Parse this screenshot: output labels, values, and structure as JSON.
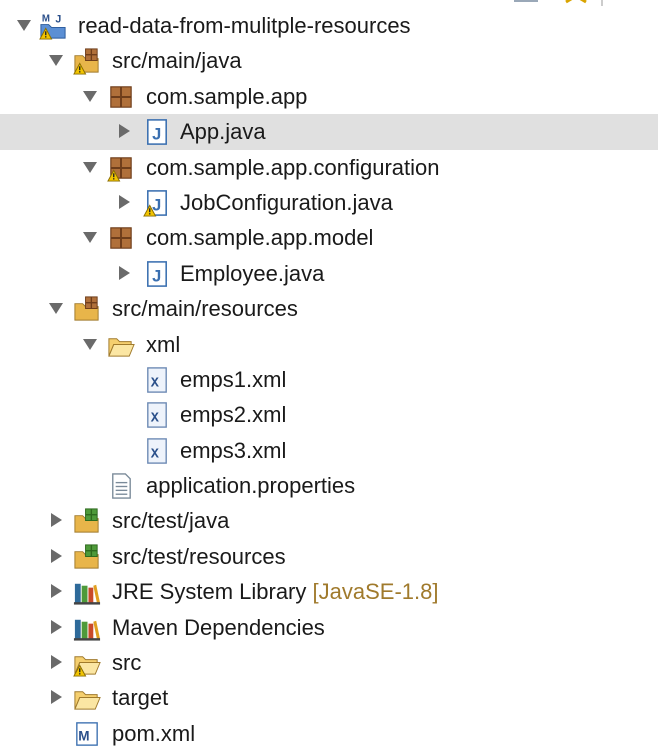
{
  "project": {
    "name": "read-data-from-mulitple-resources",
    "items": [
      {
        "id": "root",
        "label": "read-data-from-mulitple-resources",
        "depth": 0,
        "arrow": "down",
        "icon": "maven-project-icon",
        "warn": true
      },
      {
        "id": "src-main-java",
        "label": "src/main/java",
        "depth": 1,
        "arrow": "down",
        "icon": "source-folder-icon",
        "warn": true
      },
      {
        "id": "pkg-app",
        "label": "com.sample.app",
        "depth": 2,
        "arrow": "down",
        "icon": "package-icon",
        "warn": false
      },
      {
        "id": "app-java",
        "label": "App.java",
        "depth": 3,
        "arrow": "right",
        "icon": "java-file-icon",
        "warn": false,
        "selected": true
      },
      {
        "id": "pkg-config",
        "label": "com.sample.app.configuration",
        "depth": 2,
        "arrow": "down",
        "icon": "package-icon",
        "warn": true
      },
      {
        "id": "job-config-java",
        "label": "JobConfiguration.java",
        "depth": 3,
        "arrow": "right",
        "icon": "java-file-icon",
        "warn": true
      },
      {
        "id": "pkg-model",
        "label": "com.sample.app.model",
        "depth": 2,
        "arrow": "down",
        "icon": "package-icon",
        "warn": false
      },
      {
        "id": "employee-java",
        "label": "Employee.java",
        "depth": 3,
        "arrow": "right",
        "icon": "java-file-icon",
        "warn": false
      },
      {
        "id": "src-main-resources",
        "label": "src/main/resources",
        "depth": 1,
        "arrow": "down",
        "icon": "source-folder-icon",
        "warn": false
      },
      {
        "id": "xml-folder",
        "label": "xml",
        "depth": 2,
        "arrow": "down",
        "icon": "folder-open-icon",
        "warn": false
      },
      {
        "id": "emps1",
        "label": "emps1.xml",
        "depth": 3,
        "arrow": "none",
        "icon": "xml-file-icon",
        "warn": false
      },
      {
        "id": "emps2",
        "label": "emps2.xml",
        "depth": 3,
        "arrow": "none",
        "icon": "xml-file-icon",
        "warn": false
      },
      {
        "id": "emps3",
        "label": "emps3.xml",
        "depth": 3,
        "arrow": "none",
        "icon": "xml-file-icon",
        "warn": false
      },
      {
        "id": "app-props",
        "label": "application.properties",
        "depth": 2,
        "arrow": "none",
        "icon": "properties-file-icon",
        "warn": false
      },
      {
        "id": "src-test-java",
        "label": "src/test/java",
        "depth": 1,
        "arrow": "right",
        "icon": "test-folder-icon",
        "warn": false
      },
      {
        "id": "src-test-resources",
        "label": "src/test/resources",
        "depth": 1,
        "arrow": "right",
        "icon": "test-folder-icon",
        "warn": false
      },
      {
        "id": "jre",
        "label": "JRE System Library",
        "decoration": "[JavaSE-1.8]",
        "depth": 1,
        "arrow": "right",
        "icon": "library-icon",
        "warn": false
      },
      {
        "id": "maven-deps",
        "label": "Maven Dependencies",
        "depth": 1,
        "arrow": "right",
        "icon": "library-icon",
        "warn": false
      },
      {
        "id": "src",
        "label": "src",
        "depth": 1,
        "arrow": "right",
        "icon": "folder-open-icon",
        "warn": true
      },
      {
        "id": "target",
        "label": "target",
        "depth": 1,
        "arrow": "right",
        "icon": "folder-open-icon",
        "warn": false
      },
      {
        "id": "pom",
        "label": "pom.xml",
        "depth": 1,
        "arrow": "none",
        "icon": "maven-pom-icon",
        "warn": false
      }
    ]
  },
  "colors": {
    "selection": "#e0e0e0",
    "decoration": "#a07a2c",
    "package": "#b0703a",
    "folder": "#e8b54a",
    "java": "#3a6fb0",
    "warning": "#f2c400"
  }
}
